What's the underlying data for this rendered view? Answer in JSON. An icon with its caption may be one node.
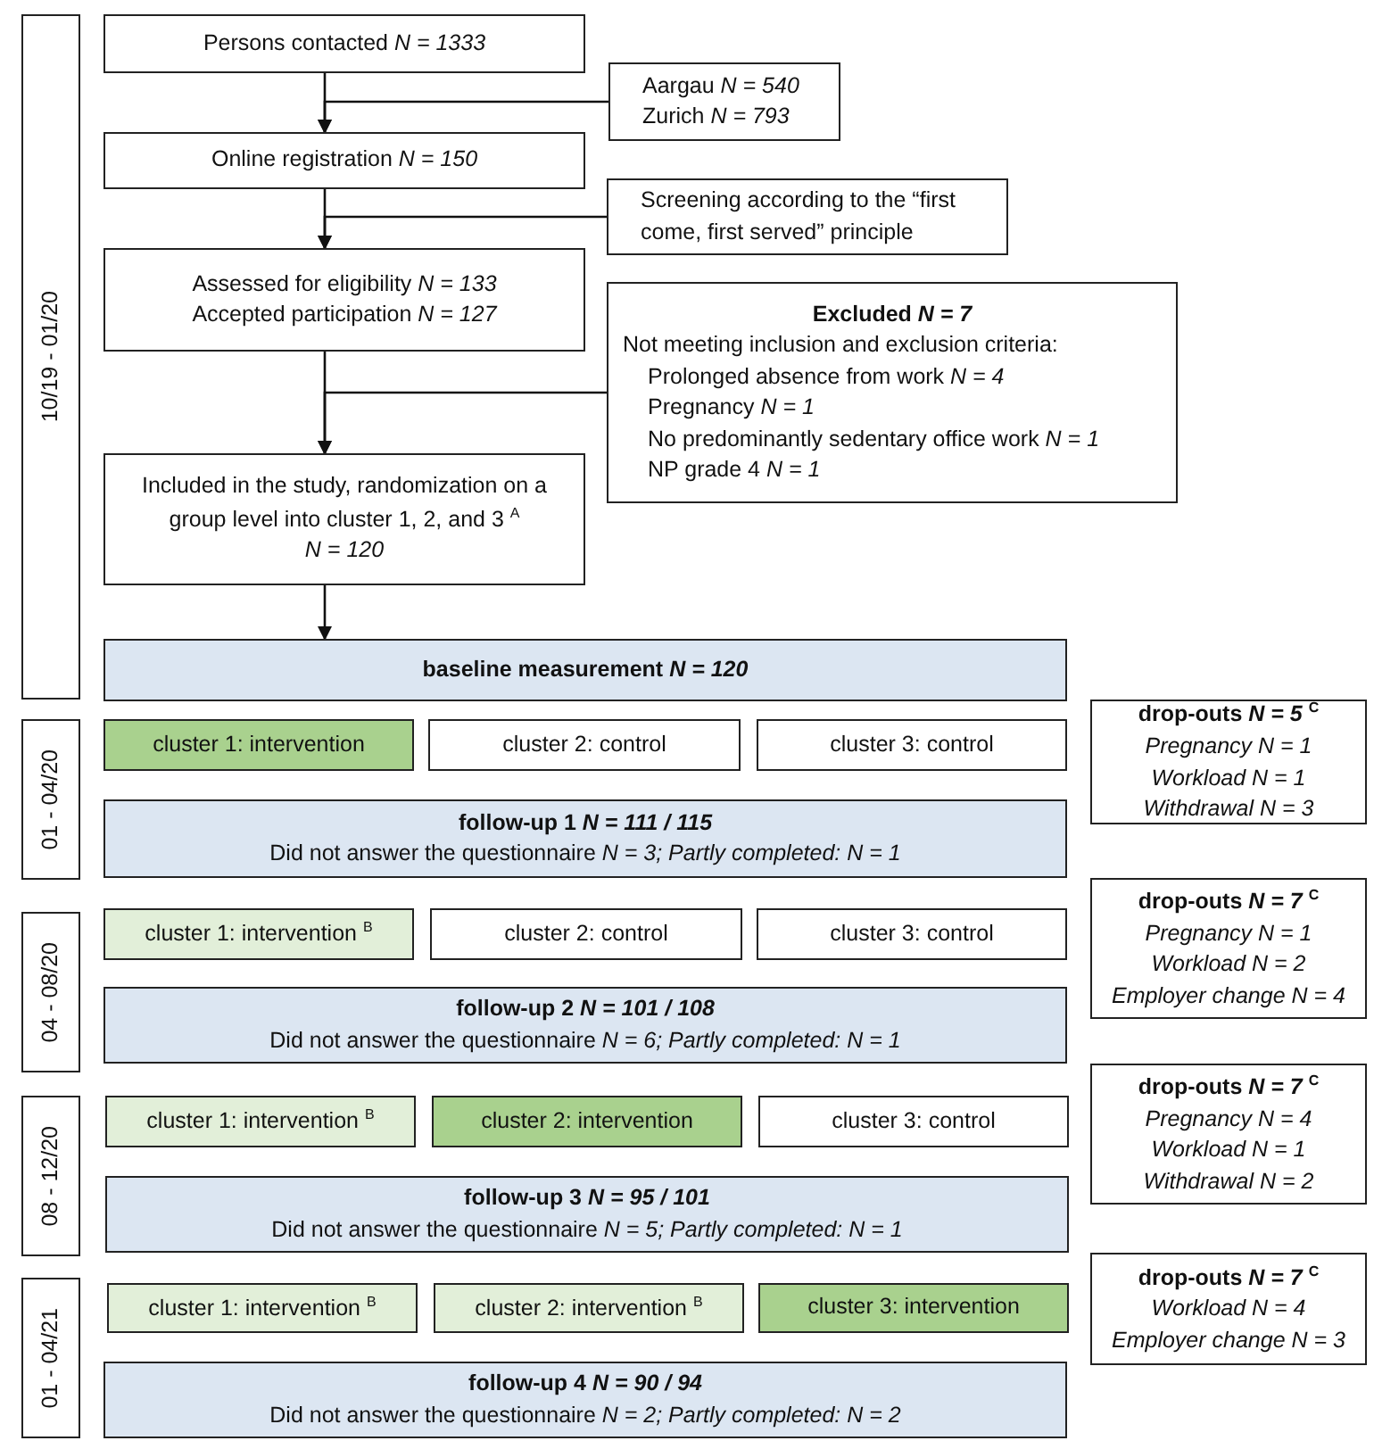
{
  "diagram": {
    "nodes": [
      {
        "text": [
          "10/19 - 01/20"
        ]
      },
      {
        "text": [
          "Persons contacted *N = 1333*"
        ]
      },
      {
        "text": [
          "Aargau *N = 540*",
          "Zurich *N = 793*"
        ]
      },
      {
        "text": [
          "Online registration *N = 150*"
        ]
      },
      {
        "text": [
          "Screening according to the “first come, first served” principle"
        ]
      },
      {
        "text": [
          "Assessed for eligibility *N = 133*",
          "Accepted participation *N = 127*"
        ]
      },
      {
        "text": [
          "Excluded *N = 7*",
          "Not meeting inclusion and exclusion criteria:",
          "Prolonged absence from work *N = 4*",
          "Pregnancy *N = 1*",
          "No predominantly sedentary office work *N = 1*",
          "NP grade 4 *N = 1*"
        ]
      },
      {
        "text": [
          "Included in the study, randomization on a group level into cluster 1, 2, and 3 $^{A}$",
          "*N = 120*"
        ]
      },
      {
        "text": [
          "baseline measurement *N = 120*"
        ]
      },
      {
        "text": [
          "01 - 04/20"
        ]
      },
      {
        "text": [
          "cluster 1: intervention"
        ]
      },
      {
        "text": [
          "cluster 2: control"
        ]
      },
      {
        "text": [
          "cluster 3: control"
        ]
      },
      {
        "text": [
          "follow-up 1 *N = 111 / 115*",
          "Did not answer the questionnaire *N = 3; Partly completed: N = 1*"
        ]
      },
      {
        "text": [
          "drop-outs *N = 5* $^{C}$",
          "Pregnancy N = 1",
          "Workload N = 1",
          "Withdrawal N = 3"
        ]
      },
      {
        "text": [
          "04 - 08/20"
        ]
      },
      {
        "text": [
          "cluster 1: intervention $^{B}$"
        ]
      },
      {
        "text": [
          "cluster 2: control"
        ]
      },
      {
        "text": [
          "cluster 3: control"
        ]
      },
      {
        "text": [
          "follow-up 2 *N = 101 / 108*",
          "Did not answer the questionnaire *N = 6; Partly completed: N = 1*"
        ]
      },
      {
        "text": [
          "drop-outs *N = 7* $^{C}$",
          "Pregnancy N = 1",
          "Workload N = 2",
          "Employer change N = 4"
        ]
      },
      {
        "text": [
          "08 - 12/20"
        ]
      },
      {
        "text": [
          "cluster 1: intervention $^{B}$"
        ]
      },
      {
        "text": [
          "cluster 2: intervention"
        ]
      },
      {
        "text": [
          "cluster 3: control"
        ]
      },
      {
        "text": [
          "follow-up 3 *N = 95 / 101*",
          "Did not answer the questionnaire *N = 5; Partly completed: N = 1*"
        ]
      },
      {
        "text": [
          "drop-outs *N = 7* $^{C}$",
          "Pregnancy N = 4",
          "Workload N = 1",
          "Withdrawal N = 2"
        ]
      },
      {
        "text": [
          "01 - 04/21"
        ]
      },
      {
        "text": [
          "cluster 1: intervention $^{B}$"
        ]
      },
      {
        "text": [
          "cluster 2: intervention $^{B}$"
        ]
      },
      {
        "text": [
          "cluster 3: intervention"
        ]
      },
      {
        "text": [
          "follow-up 4 *N = 90 / 94*",
          "Did not answer the questionnaire *N = 2; Partly completed: N = 2*"
        ]
      },
      {
        "text": [
          "drop-outs *N = 7* $^{C}$",
          "Workload N = 4",
          "Employer change N = 3"
        ]
      }
    ],
    "edges": [
      {
        "from": 1,
        "to": 3,
        "arrow": "to"
      },
      {
        "from": 2,
        "to": 3,
        "arrow": "to"
      },
      {
        "from": 3,
        "to": 5,
        "arrow": "to"
      },
      {
        "from": 4,
        "to": 5,
        "arrow": "to"
      },
      {
        "from": 5,
        "to": 7,
        "arrow": "to"
      },
      {
        "from": 6,
        "to": 7,
        "arrow": "to"
      },
      {
        "from": 7,
        "to": 8,
        "arrow": "to"
      }
    ]
  }
}
